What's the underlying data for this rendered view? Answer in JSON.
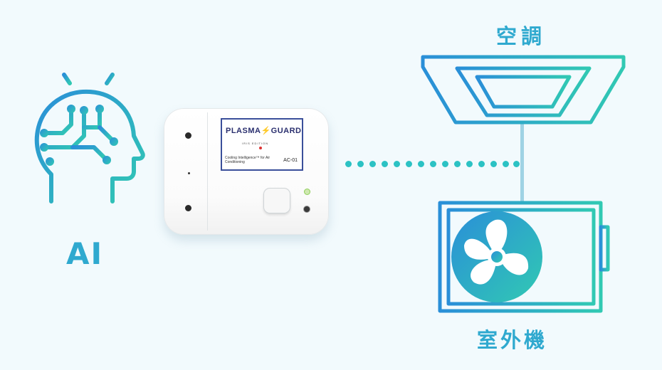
{
  "labels": {
    "ai": "AI",
    "air_conditioner": "空調",
    "outdoor_unit": "室外機"
  },
  "device": {
    "brand_left": "PLASMA",
    "brand_right": "GUARD",
    "edition": "IRIS EDITION",
    "subline": "Cooling Intelligence™ for Air Conditioning",
    "model": "AC-01"
  },
  "colors": {
    "gradient_start": "#2a8fd8",
    "gradient_end": "#31c9b3",
    "label": "#2fa9cf",
    "connector_dots": "#2cc2c4",
    "background": "#f2fafd"
  },
  "icons": {
    "ai": "ai-brain-head-icon",
    "air_conditioner": "ceiling-cassette-ac-icon",
    "outdoor_unit": "outdoor-unit-fan-icon"
  }
}
